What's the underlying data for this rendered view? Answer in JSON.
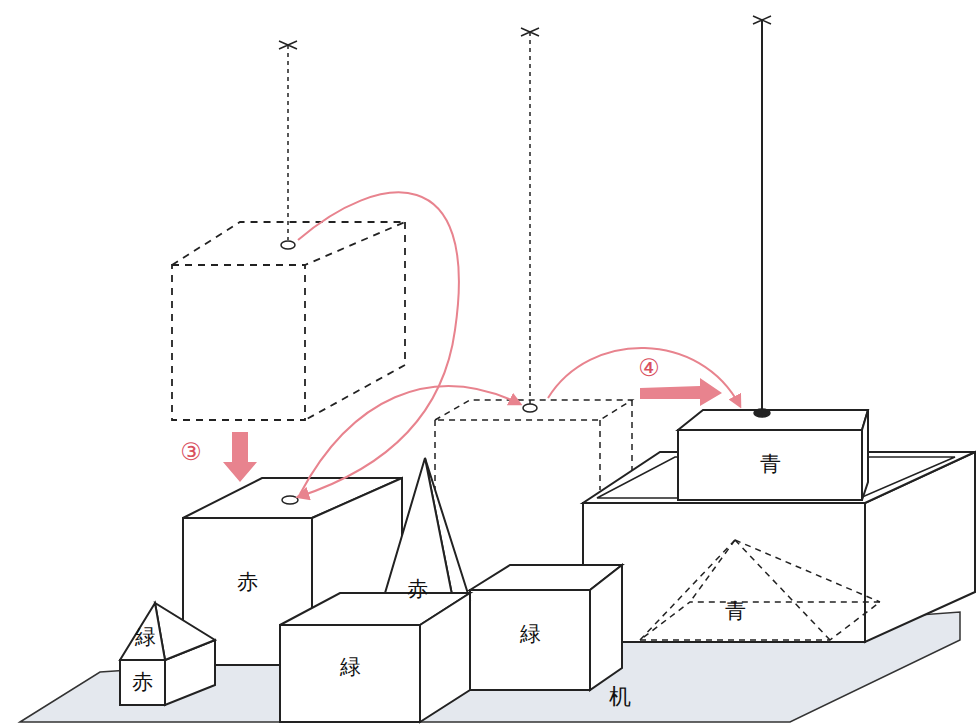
{
  "diagram": {
    "nodes": [
      {
        "text": [
          "青"
        ]
      },
      {
        "text": [
          "赤"
        ]
      },
      {
        "text": [
          "赤"
        ]
      },
      {
        "text": [
          "緑"
        ]
      },
      {
        "text": [
          "青"
        ]
      },
      {
        "text": [
          "緑"
        ]
      },
      {
        "text": [
          "赤"
        ]
      },
      {
        "text": [
          "緑"
        ]
      }
    ],
    "labels": [
      "③",
      "④",
      "机"
    ]
  }
}
